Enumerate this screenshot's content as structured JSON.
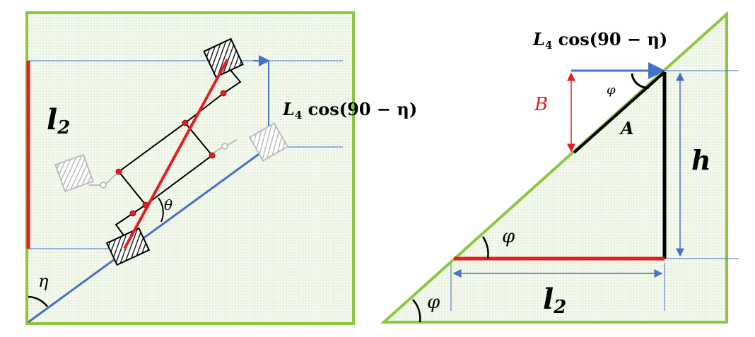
{
  "colors": {
    "frame": "#8dc63f",
    "fill": "#eef5e4",
    "blue": "#4472c4",
    "red": "#e41e1e",
    "black": "#000000",
    "ghost": "#bdbdbd"
  },
  "left": {
    "label_l2": "l",
    "label_l2_sub": "2",
    "label_L4cos": "L",
    "label_L4cos_sub": "4",
    "label_L4cos_rest": " cos(90 − η)",
    "label_theta": "θ",
    "label_eta": "η"
  },
  "right": {
    "label_L4cos": "L",
    "label_L4cos_sub": "4",
    "label_L4cos_rest": " cos(90 − η)",
    "label_B": "B",
    "label_A": "A",
    "label_h": "h",
    "label_phi_top": "φ",
    "label_phi_mid": "φ",
    "label_phi_bottom": "φ",
    "label_l2": "l",
    "label_l2_sub": "2"
  }
}
